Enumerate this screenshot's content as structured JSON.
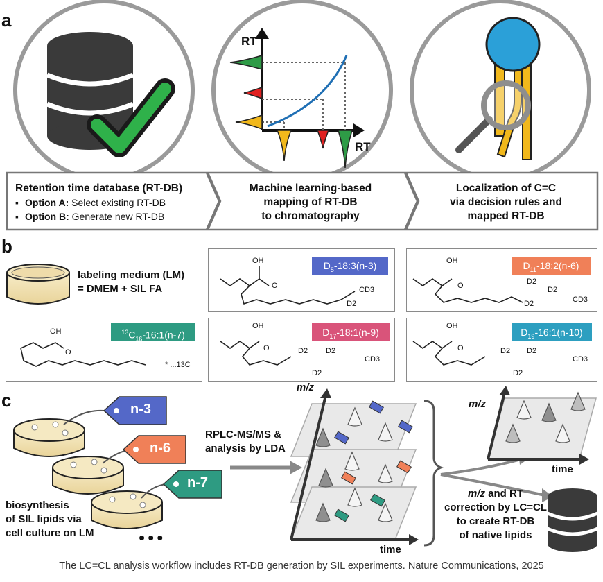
{
  "panels": {
    "a": "a",
    "b": "b",
    "c": "c"
  },
  "panel_a": {
    "axis_label_y": "RT",
    "axis_label_x": "RT",
    "box1": {
      "title": "Retention time database (RT-DB)",
      "optA_bold": "Option A:",
      "optA_text": " Select existing RT-DB",
      "optB_bold": "Option B:",
      "optB_text": " Generate new RT-DB"
    },
    "box2": {
      "line1": "Machine learning-based",
      "line2": "mapping of RT-DB",
      "line3": "to chromatography"
    },
    "box3": {
      "line1": "Localization of C=C",
      "line2": "via decision rules and",
      "line3": "mapped RT-DB"
    }
  },
  "panel_b": {
    "medium_line1": "labeling medium (LM)",
    "medium_line2": "= DMEM + SIL FA",
    "oh": "OH",
    "o": "O",
    "cd3": "CD3",
    "d2": "D2",
    "c13note": "* ...13C",
    "labels": [
      {
        "prefix": "D",
        "sub": "5",
        "rest": "-18:3(n-3)",
        "color": "#5468c8"
      },
      {
        "prefix": "D",
        "sub": "11",
        "rest": "-18:2(n-6)",
        "color": "#f08058"
      },
      {
        "prefix": "",
        "sup": "13",
        "mid": "C",
        "sub": "16",
        "rest": "-16:1(n-7)",
        "color": "#2e9b82"
      },
      {
        "prefix": "D",
        "sub": "17",
        "rest": "-18:1(n-9)",
        "color": "#d9547a"
      },
      {
        "prefix": "D",
        "sub": "19",
        "rest": "-16:1(n-10)",
        "color": "#2d9fc0"
      }
    ]
  },
  "panel_c": {
    "tags": [
      "n-3",
      "n-6",
      "n-7"
    ],
    "tag_colors": [
      "#5468c8",
      "#f08058",
      "#2e9b82"
    ],
    "method_line1": "RPLC-MS/MS &",
    "method_line2": "analysis by LDA",
    "bio_line1": "biosynthesis",
    "bio_line2": "of SIL lipids via",
    "bio_line3": "cell culture on LM",
    "ellipsis": "•••",
    "mz": "m/z",
    "time": "time",
    "corr_mz": "m/z",
    "corr_line1": " and RT",
    "corr_line2": "correction by LC=CL",
    "corr_line3": "to create RT-DB",
    "corr_line4": "of native lipids"
  },
  "caption": "The LC=CL analysis workflow includes RT-DB generation by SIL experiments. Nature Communications, 2025"
}
